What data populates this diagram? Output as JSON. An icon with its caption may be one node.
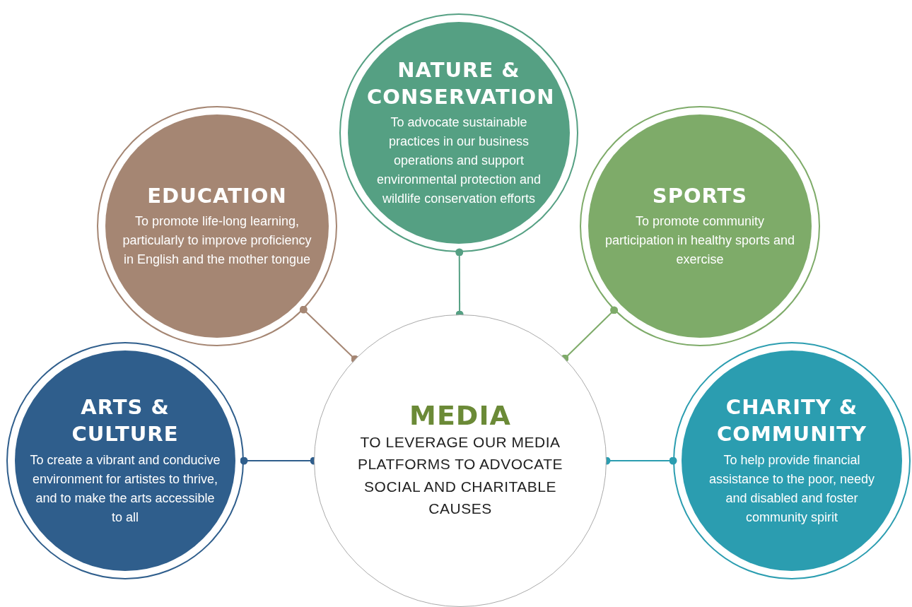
{
  "diagram": {
    "nodes": [
      {
        "text": [
          "NATURE & CONSERVATION",
          "To advocate sustainable practices in our business operations and support environmental protection and wildlife conservation efforts"
        ]
      },
      {
        "text": [
          "EDUCATION",
          "To promote life-long learning, particularly to improve proficiency in English and the mother tongue"
        ]
      },
      {
        "text": [
          "SPORTS",
          "To promote community participation in healthy sports and exercise"
        ]
      },
      {
        "text": [
          "ARTS & CULTURE",
          "To create a vibrant and conducive environment for artistes to thrive, and to make the arts accessible to all"
        ]
      },
      {
        "text": [
          "MEDIA",
          "TO LEVERAGE OUR MEDIA PLATFORMS TO ADVOCATE SOCIAL AND CHARITABLE CAUSES"
        ]
      },
      {
        "text": [
          "CHARITY & COMMUNITY",
          "To help provide financial assistance to the poor, needy and disabled and foster community spirit"
        ]
      }
    ],
    "edges": [
      {
        "from": 0,
        "to": 4,
        "arrow": "other",
        "color": "#55a083"
      },
      {
        "from": 1,
        "to": 4,
        "arrow": "other",
        "color": "#a58673"
      },
      {
        "from": 2,
        "to": 4,
        "arrow": "other",
        "color": "#7eab69"
      },
      {
        "from": 3,
        "to": 4,
        "arrow": "other",
        "color": "#2f5e8c"
      },
      {
        "from": 5,
        "to": 4,
        "arrow": "other",
        "color": "#2b9db0"
      }
    ]
  }
}
